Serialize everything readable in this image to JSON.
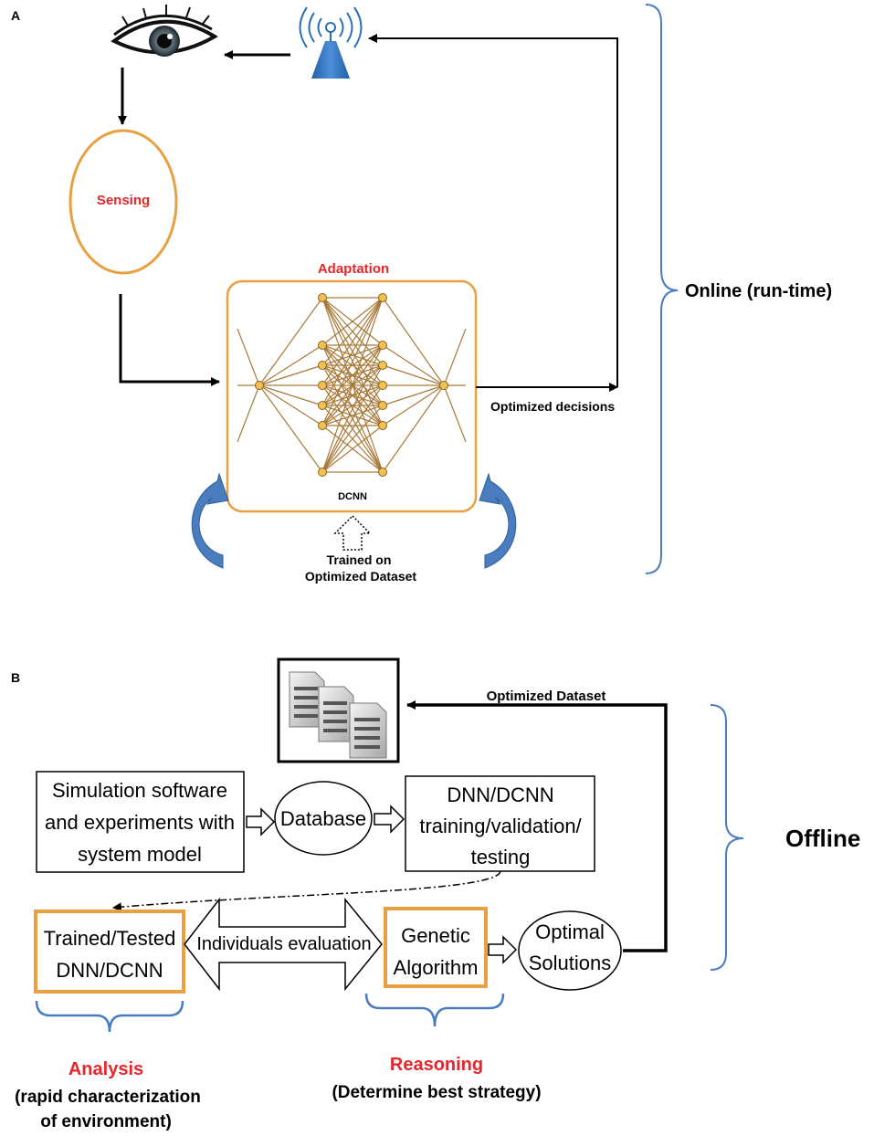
{
  "panel_a": {
    "letter": "A",
    "sensing": "Sensing",
    "adaptation": "Adaptation",
    "dcnn": "DCNN",
    "optimized_decisions": "Optimized decisions",
    "trained_on_line1": "Trained on",
    "trained_on_line2": "Optimized Dataset",
    "online": "Online (run-time)"
  },
  "panel_b": {
    "letter": "B",
    "optimized_dataset": "Optimized Dataset",
    "simulation_line1": "Simulation software",
    "simulation_line2": "and experiments with",
    "simulation_line3": "system model",
    "database": "Database",
    "dnn_line1": "DNN/DCNN",
    "dnn_line2": "training/validation/",
    "dnn_line3": "testing",
    "trained_tested_line1": "Trained/Tested",
    "trained_tested_line2": "DNN/DCNN",
    "individuals_evaluation": "Individuals evaluation",
    "genetic_line1": "Genetic",
    "genetic_line2": "Algorithm",
    "optimal_line1": "Optimal",
    "optimal_line2": "Solutions",
    "offline": "Offline",
    "analysis": "Analysis",
    "analysis_sub1": "(rapid characterization",
    "analysis_sub2": "of environment)",
    "reasoning": "Reasoning",
    "reasoning_sub": "(Determine best strategy)"
  },
  "colors": {
    "orange": "#e8a040",
    "red": "#e8252a",
    "blue": "#4a7cc0",
    "neural": "#a87a3a",
    "node": "#f2c14e"
  }
}
